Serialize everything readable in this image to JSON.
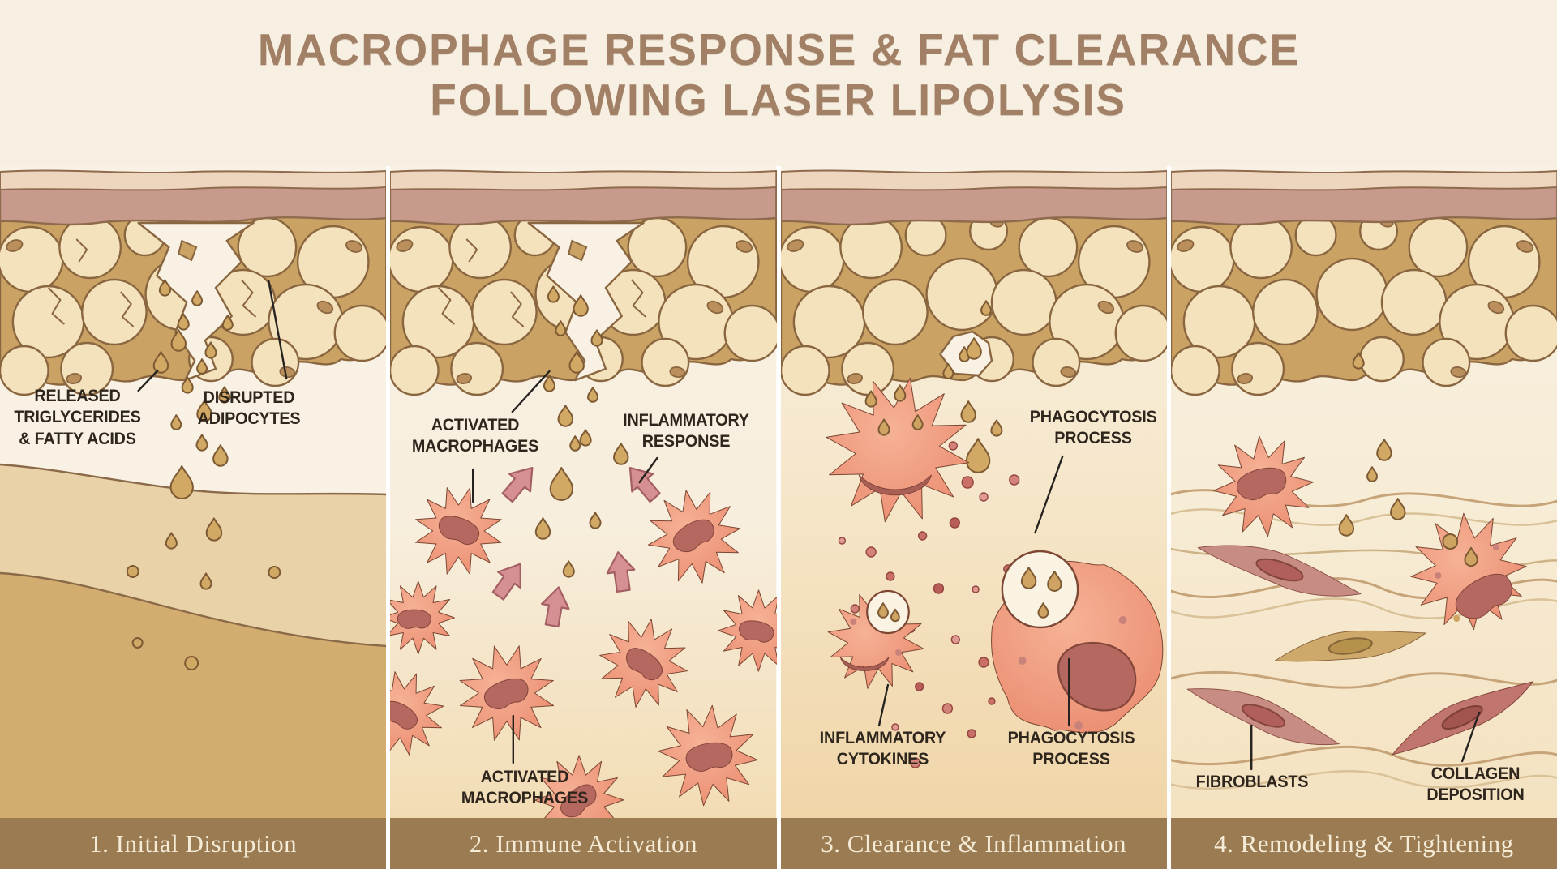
{
  "title": {
    "line1": "MACROPHAGE RESPONSE & FAT CLEARANCE",
    "line2": "FOLLOWING LASER LIPOLYSIS"
  },
  "panels": [
    {
      "step": "1. Initial Disruption",
      "labels": {
        "released": "RELEASED\nTRIGLYCERIDES\n& FATTY ACIDS",
        "disrupted": "DISRUPTED\nADIPOCYTES"
      }
    },
    {
      "step": "2. Immune Activation",
      "labels": {
        "activated_top": "ACTIVATED\nMACROPHAGES",
        "inflammatory": "INFLAMMATORY\nRESPONSE",
        "activated_bottom": "ACTIVATED\nMACROPHAGES"
      }
    },
    {
      "step": "3. Clearance & Inflammation",
      "labels": {
        "phagocytosis_top": "PHAGOCYTOSIS\nPROCESS",
        "cytokines": "INFLAMMATORY\nCYTOKINES",
        "phagocytosis_bottom": "PHAGOCYTOSIS\nPROCESS"
      }
    },
    {
      "step": "4. Remodeling & Tightening",
      "labels": {
        "fibroblasts": "FIBROBLASTS",
        "collagen": "COLLAGEN\nDEPOSITION"
      }
    }
  ],
  "colors": {
    "header_bg": "#f7efe2",
    "title": "#a28066",
    "footer_bg": "#9b7c52",
    "footer_text": "#f5ecd8",
    "label_text": "#2e261d",
    "divider": "#ffffff",
    "macrophage": "#ec8f72",
    "macrophage_nucleus": "#b4685f",
    "droplet": "#d2a964",
    "adipocyte": "#f3e2bb",
    "fat_matrix": "#c9a264",
    "dermis": "#c79a8c",
    "epidermis": "#eed5bd",
    "arrow": "#d68f92",
    "cytokine": "#c96f68",
    "fibroblast": "#c78d85",
    "collagen_fiber": "#c6a478"
  }
}
